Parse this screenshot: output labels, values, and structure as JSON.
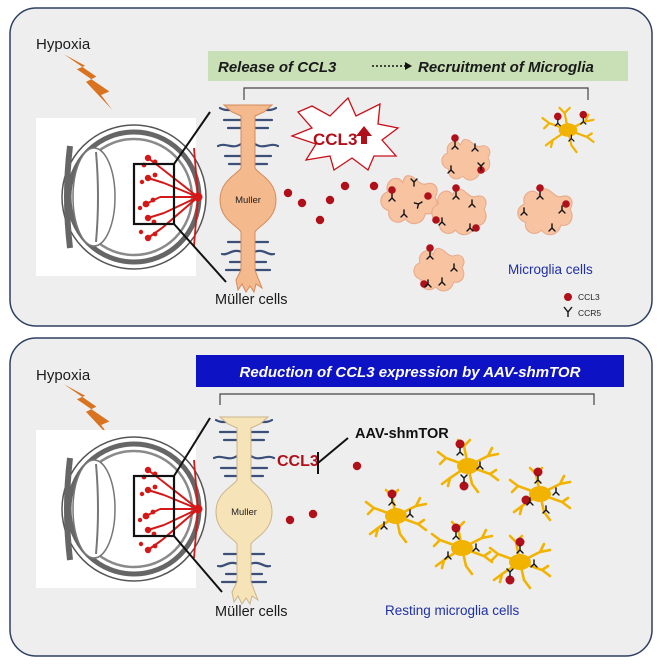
{
  "colors": {
    "panel_bg": "#eeeeee",
    "panel_border": "#2e3f63",
    "banner_green": "#c9dfb6",
    "banner_blue": "#0d12c4",
    "ccl3_red": "#b0101a",
    "microglia_active": "#f7c3a1",
    "microglia_resting": "#f2b300",
    "muller_active": "#f4b98c",
    "muller_resting": "#f6e4b8",
    "lightning": "#d9731f",
    "vessel_red": "#d41818"
  },
  "top_panel": {
    "hypoxia_label": "Hypoxia",
    "banner_left": "Release of  CCL3",
    "banner_right": "Recruitment of Microglia",
    "burst_label": "CCL3",
    "muller_label": "Muller",
    "muller_cells_label": "Müller cells",
    "microglia_label": "Microglia cells",
    "legend": {
      "ccl3": "CCL3",
      "ccr5": "CCR5"
    }
  },
  "bottom_panel": {
    "hypoxia_label": "Hypoxia",
    "banner_text": "Reduction of CCL3 expression by AAV-shmTOR",
    "ccl3_label": "CCL3",
    "inhibitor_label": "AAV-shmTOR",
    "muller_label": "Muller",
    "muller_cells_label": "Müller cells",
    "microglia_label": "Resting microglia cells"
  }
}
